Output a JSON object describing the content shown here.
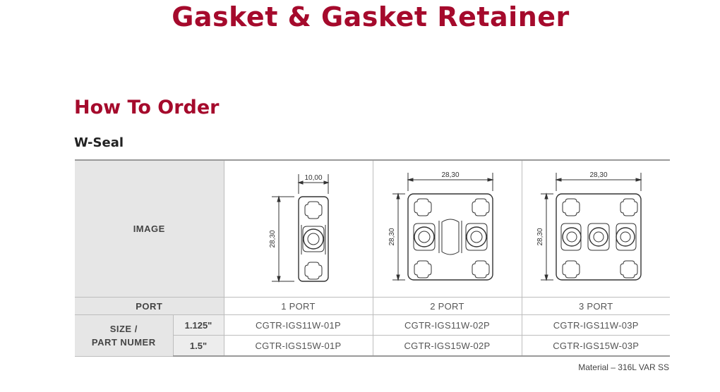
{
  "page": {
    "title": "Gasket & Gasket Retainer",
    "section_title": "How To Order",
    "subsection_title": "W-Seal",
    "footnote": "Material – 316L VAR SS"
  },
  "table": {
    "image_label": "IMAGE",
    "port_label": "PORT",
    "size_label_line1": "SIZE /",
    "size_label_line2": "PART NUMER",
    "ports": [
      "1 PORT",
      "2 PORT",
      "3 PORT"
    ],
    "drawings": [
      {
        "width_dim": "10,00",
        "height_dim": "28,30",
        "ports": 1
      },
      {
        "width_dim": "28,30",
        "height_dim": "28,30",
        "ports": 2
      },
      {
        "width_dim": "28,30",
        "height_dim": "28,30",
        "ports": 3
      }
    ],
    "sizes": [
      {
        "size": "1.125\"",
        "parts": [
          "CGTR-IGS11W-01P",
          "CGTR-IGS11W-02P",
          "CGTR-IGS11W-03P"
        ]
      },
      {
        "size": "1.5\"",
        "parts": [
          "CGTR-IGS15W-01P",
          "CGTR-IGS15W-02P",
          "CGTR-IGS15W-03P"
        ]
      }
    ]
  }
}
